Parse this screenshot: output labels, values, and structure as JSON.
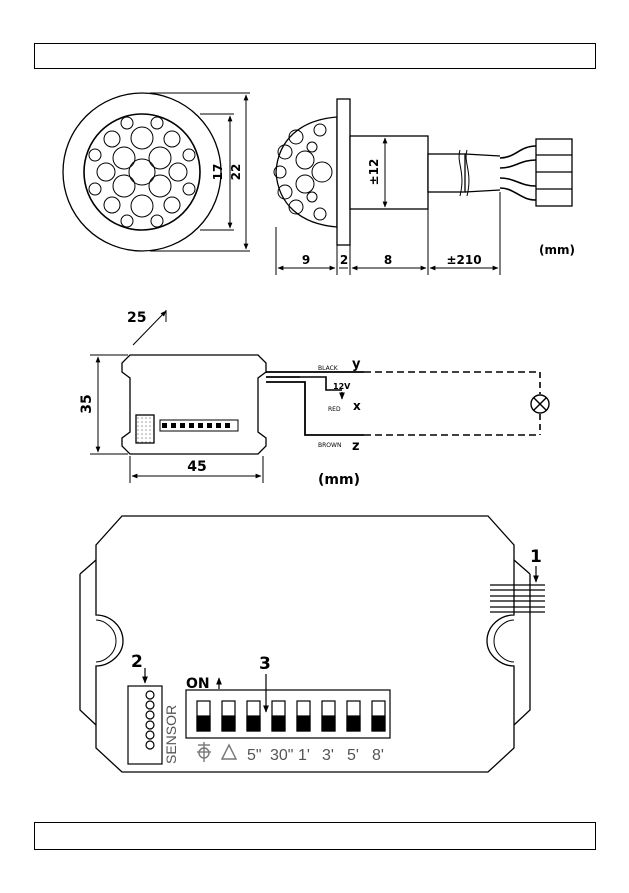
{
  "figure1": {
    "dim_inner_diameter": "17",
    "dim_outer_diameter": "22",
    "dim_cable_diameter": "±12",
    "dim_lens_depth": "9",
    "dim_flange": "2",
    "dim_body_length": "8",
    "dim_cable_length": "±210",
    "unit": "(mm)"
  },
  "figure2": {
    "dim_angle": "25",
    "dim_height": "35",
    "dim_width": "45",
    "wire_black_label": "BLACK",
    "wire_black_terminal": "y",
    "supply_voltage": "12V",
    "wire_red_label": "RED",
    "wire_red_terminal": "x",
    "wire_brown_label": "BROWN",
    "wire_brown_terminal": "z",
    "unit": "(mm)"
  },
  "figure3": {
    "callout_wires": "1",
    "callout_sensor_connector": "2",
    "callout_dip_switches": "3",
    "switch_on_label": "ON",
    "sensor_label": "SENSOR",
    "switch_labels": [
      "5\"",
      "30\"",
      "1'",
      "3'",
      "5'",
      "8'"
    ]
  }
}
